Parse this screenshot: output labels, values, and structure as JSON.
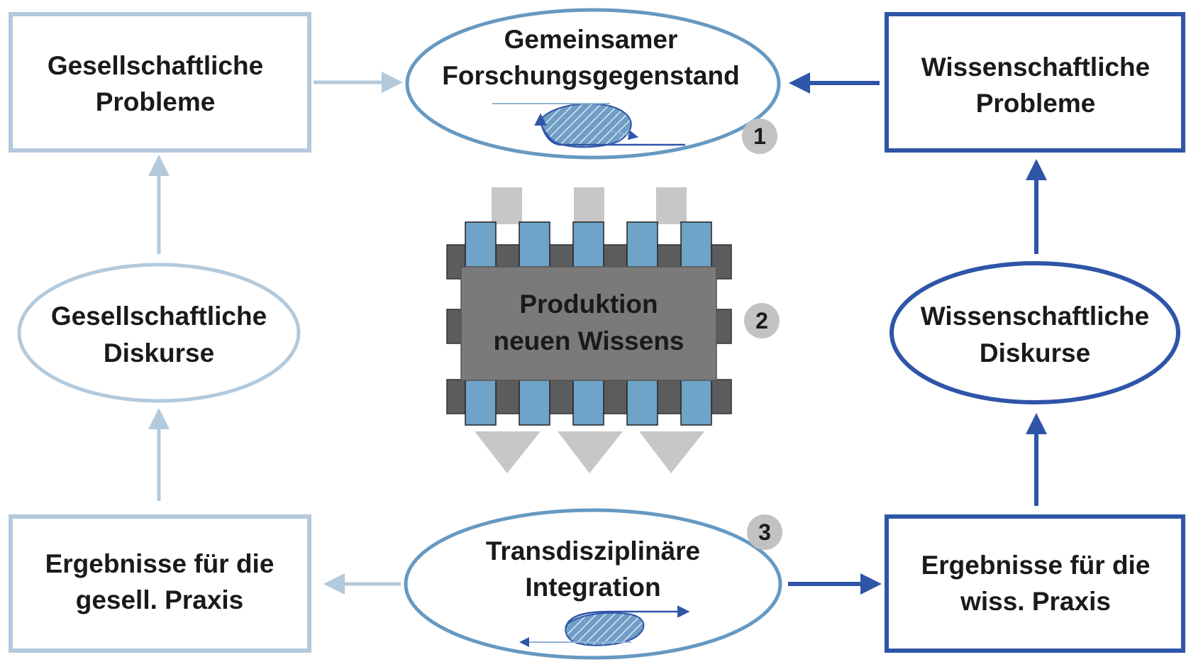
{
  "nodes": {
    "societal_problems": [
      "Gesellschaftliche",
      "Probleme"
    ],
    "research_object": [
      "Gemeinsamer",
      "Forschungsgegenstand"
    ],
    "scientific_problems": [
      "Wissenschaftliche",
      "Probleme"
    ],
    "societal_discourses": [
      "Gesellschaftliche",
      "Diskurse"
    ],
    "knowledge_production": [
      "Produktion",
      "neuen Wissens"
    ],
    "scientific_discourses": [
      "Wissenschaftliche",
      "Diskurse"
    ],
    "societal_results": [
      "Ergebnisse für die",
      "gesell. Praxis"
    ],
    "integration": [
      "Transdisziplinäre",
      "Integration"
    ],
    "scientific_results": [
      "Ergebnisse für die",
      "wiss. Praxis"
    ]
  },
  "badges": [
    "1",
    "2",
    "3"
  ],
  "colors": {
    "light_blue": "#b3c9dc",
    "mid_blue": "#6699c2",
    "dark_blue": "#2f55a8",
    "chip_body": "#7a7a7a",
    "chip_rail": "#5c5c5c",
    "chip_pin": "#6fa3c8",
    "grey_arrow": "#c7c7c7",
    "badge_fill": "#c2c2c2"
  }
}
